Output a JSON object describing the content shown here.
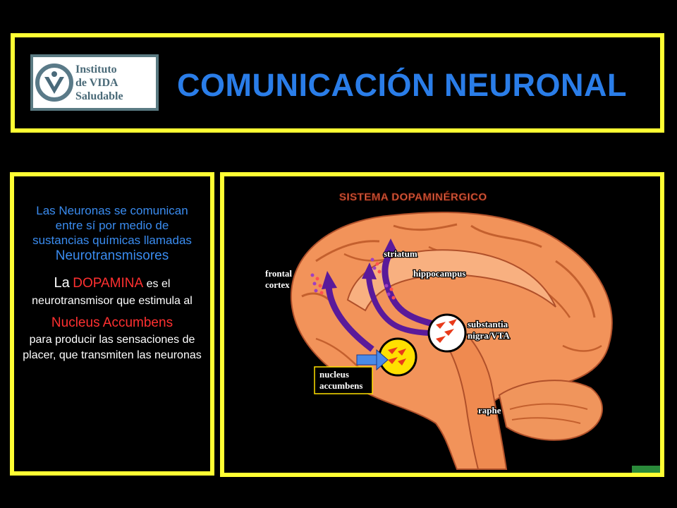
{
  "header": {
    "logo_lines": [
      "Instituto",
      "de VIDA",
      "Saludable"
    ],
    "title": "COMUNICACIÓN  NEURONAL"
  },
  "text_panel": {
    "p1": "Las Neuronas se comunican entre sí por medio de sustancias químicas llamadas",
    "p1_term": "Neurotransmisores",
    "p2_prefix": "La",
    "p2_term": "DOPAMINA",
    "p2_rest": " es el neurotransmisor que estimula al",
    "p3_term": "Nucleus Accumbens",
    "p3_rest": "para producir  las sensaciones de placer, que transmiten las neuronas"
  },
  "diagram": {
    "title": "SISTEMA  DOPAMINÉRGICO",
    "labels": {
      "frontal_cortex_1": "frontal",
      "frontal_cortex_2": "cortex",
      "striatum": "striatum",
      "hippocampus": "hippocampus",
      "substantia_1": "substantia",
      "substantia_2": "nigra/VTA",
      "nucleus_1": "nucleus",
      "nucleus_2": "accumbens",
      "raphe": "raphe"
    }
  },
  "colors": {
    "frame": "#ffff33",
    "title_blue": "#2a7de8",
    "text_blue": "#3a8cf0",
    "highlight_red": "#ff3030",
    "brain": "#f2935a",
    "pathway_purple": "#5a1a9a"
  }
}
